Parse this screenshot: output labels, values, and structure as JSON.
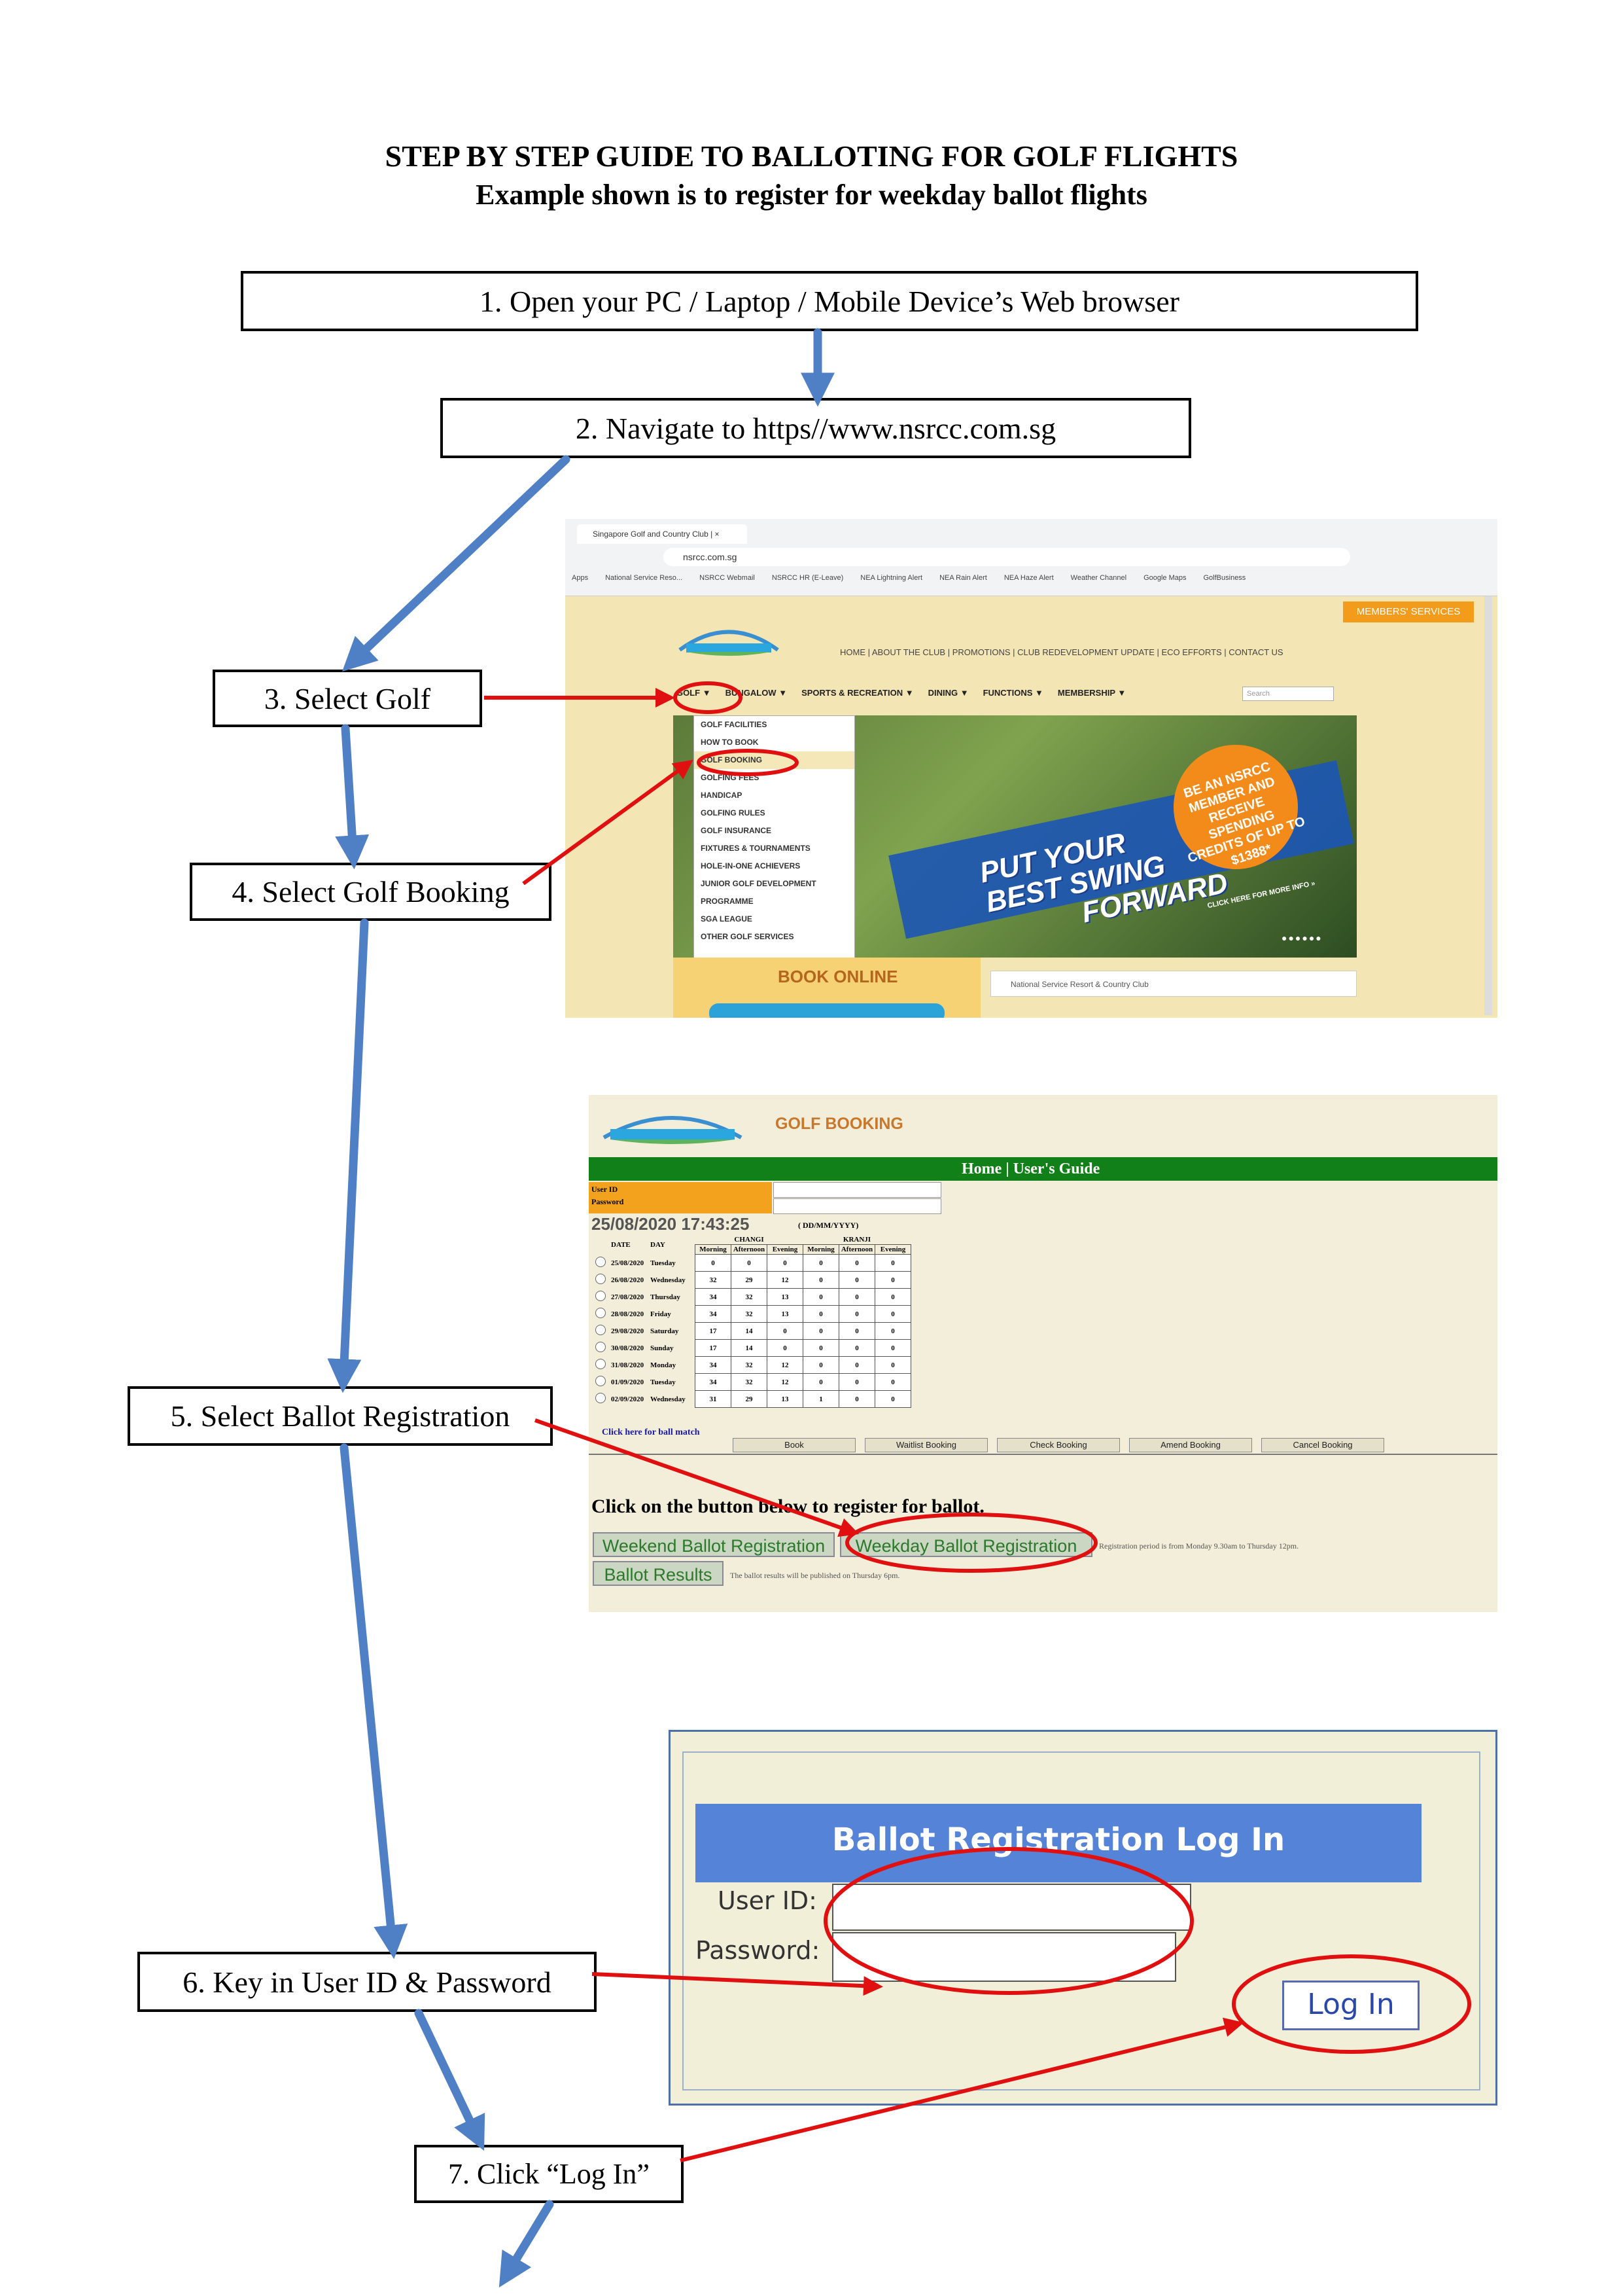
{
  "title": {
    "line1": "STEP BY STEP GUIDE TO BALLOTING FOR GOLF FLIGHTS",
    "line2": "Example shown is to register for weekday ballot flights"
  },
  "steps": {
    "s1": "1. Open your PC / Laptop / Mobile Device’s Web browser",
    "s2": "2. Navigate to https//www.nsrcc.com.sg",
    "s3": "3. Select Golf",
    "s4": "4. Select Golf Booking",
    "s5": "5. Select Ballot Registration",
    "s6": "6. Key in User ID & Password",
    "s7": "7. Click “Log In”"
  },
  "browser": {
    "tab_title": "Singapore Golf and Country Club | ×",
    "url": "nsrcc.com.sg",
    "bookmarks": [
      "Apps",
      "National Service Reso...",
      "NSRCC Webmail",
      "NSRCC HR (E-Leave)",
      "NEA Lightning Alert",
      "NEA Rain Alert",
      "NEA Haze Alert",
      "Weather Channel",
      "Google Maps",
      "GolfBusiness"
    ],
    "members_services": "MEMBERS' SERVICES",
    "top_nav": "HOME | ABOUT THE CLUB | PROMOTIONS | CLUB REDEVELOPMENT UPDATE | ECO EFFORTS | CONTACT US",
    "menu": [
      "GOLF ▼",
      "BUNGALOW ▼",
      "SPORTS & RECREATION ▼",
      "DINING ▼",
      "FUNCTIONS ▼",
      "MEMBERSHIP ▼"
    ],
    "search_placeholder": "Search",
    "dropdown": [
      "GOLF FACILITIES",
      "HOW TO BOOK",
      "GOLF BOOKING",
      "GOLFING FEES",
      "HANDICAP",
      "GOLFING RULES",
      "GOLF INSURANCE",
      "FIXTURES & TOURNAMENTS",
      "HOLE-IN-ONE ACHIEVERS",
      "JUNIOR GOLF DEVELOPMENT",
      "PROGRAMME",
      "SGA LEAGUE",
      "OTHER GOLF SERVICES"
    ],
    "promo_line1": "PUT YOUR",
    "promo_line2": "BEST SWING",
    "promo_line3": "FORWARD",
    "badge": "BE AN NSRCC MEMBER AND RECEIVE SPENDING CREDITS OF UP TO $1388*",
    "click_more": "CLICK HERE FOR MORE INFO »",
    "dots": "●●●●●●",
    "book_online": "BOOK ONLINE",
    "right_panel": "National Service Resort & Country Club"
  },
  "golf_booking": {
    "header": "GOLF BOOKING",
    "links": "Home | User's Guide",
    "user_id_label": "User ID",
    "password_label": "Password",
    "datetime": "25/08/2020 17:43:25",
    "date_format": "( DD/MM/YYYY)",
    "col_date": "DATE",
    "col_day": "DAY",
    "group1": "CHANGI",
    "group2": "KRANJI",
    "sub_cols": [
      "Morning",
      "Afternoon",
      "Evening",
      "Morning",
      "Afternoon",
      "Evening"
    ],
    "rows": [
      {
        "date": "25/08/2020",
        "day": "Tuesday",
        "v": [
          "0",
          "0",
          "0",
          "0",
          "0",
          "0"
        ]
      },
      {
        "date": "26/08/2020",
        "day": "Wednesday",
        "v": [
          "32",
          "29",
          "12",
          "0",
          "0",
          "0"
        ]
      },
      {
        "date": "27/08/2020",
        "day": "Thursday",
        "v": [
          "34",
          "32",
          "13",
          "0",
          "0",
          "0"
        ]
      },
      {
        "date": "28/08/2020",
        "day": "Friday",
        "v": [
          "34",
          "32",
          "13",
          "0",
          "0",
          "0"
        ]
      },
      {
        "date": "29/08/2020",
        "day": "Saturday",
        "v": [
          "17",
          "14",
          "0",
          "0",
          "0",
          "0"
        ]
      },
      {
        "date": "30/08/2020",
        "day": "Sunday",
        "v": [
          "17",
          "14",
          "0",
          "0",
          "0",
          "0"
        ]
      },
      {
        "date": "31/08/2020",
        "day": "Monday",
        "v": [
          "34",
          "32",
          "12",
          "0",
          "0",
          "0"
        ]
      },
      {
        "date": "01/09/2020",
        "day": "Tuesday",
        "v": [
          "34",
          "32",
          "12",
          "0",
          "0",
          "0"
        ]
      },
      {
        "date": "02/09/2020",
        "day": "Wednesday",
        "v": [
          "31",
          "29",
          "13",
          "1",
          "0",
          "0"
        ]
      }
    ],
    "ball_match_link": "Click here for ball match",
    "action_buttons": [
      "Book",
      "Waitlist Booking",
      "Check Booking",
      "Amend Booking",
      "Cancel Booking"
    ],
    "instruction": "Click on the button below to register for ballot.",
    "weekend_btn": "Weekend Ballot Registration",
    "weekday_btn": "Weekday Ballot Registration",
    "note1": "Registration period is from Monday 9.30am to Thursday 12pm.",
    "results_btn": "Ballot Results",
    "note2": "The ballot results will be published on Thursday 6pm."
  },
  "login": {
    "heading": "Ballot Registration Log In",
    "user_label": "User ID:",
    "pass_label": "Password:",
    "button": "Log In"
  },
  "colors": {
    "arrow_blue": "#4f7fc4",
    "annot_red": "#e01010",
    "login_header": "#5583d8",
    "green_bar": "#128018",
    "orange": "#f3a21e"
  }
}
